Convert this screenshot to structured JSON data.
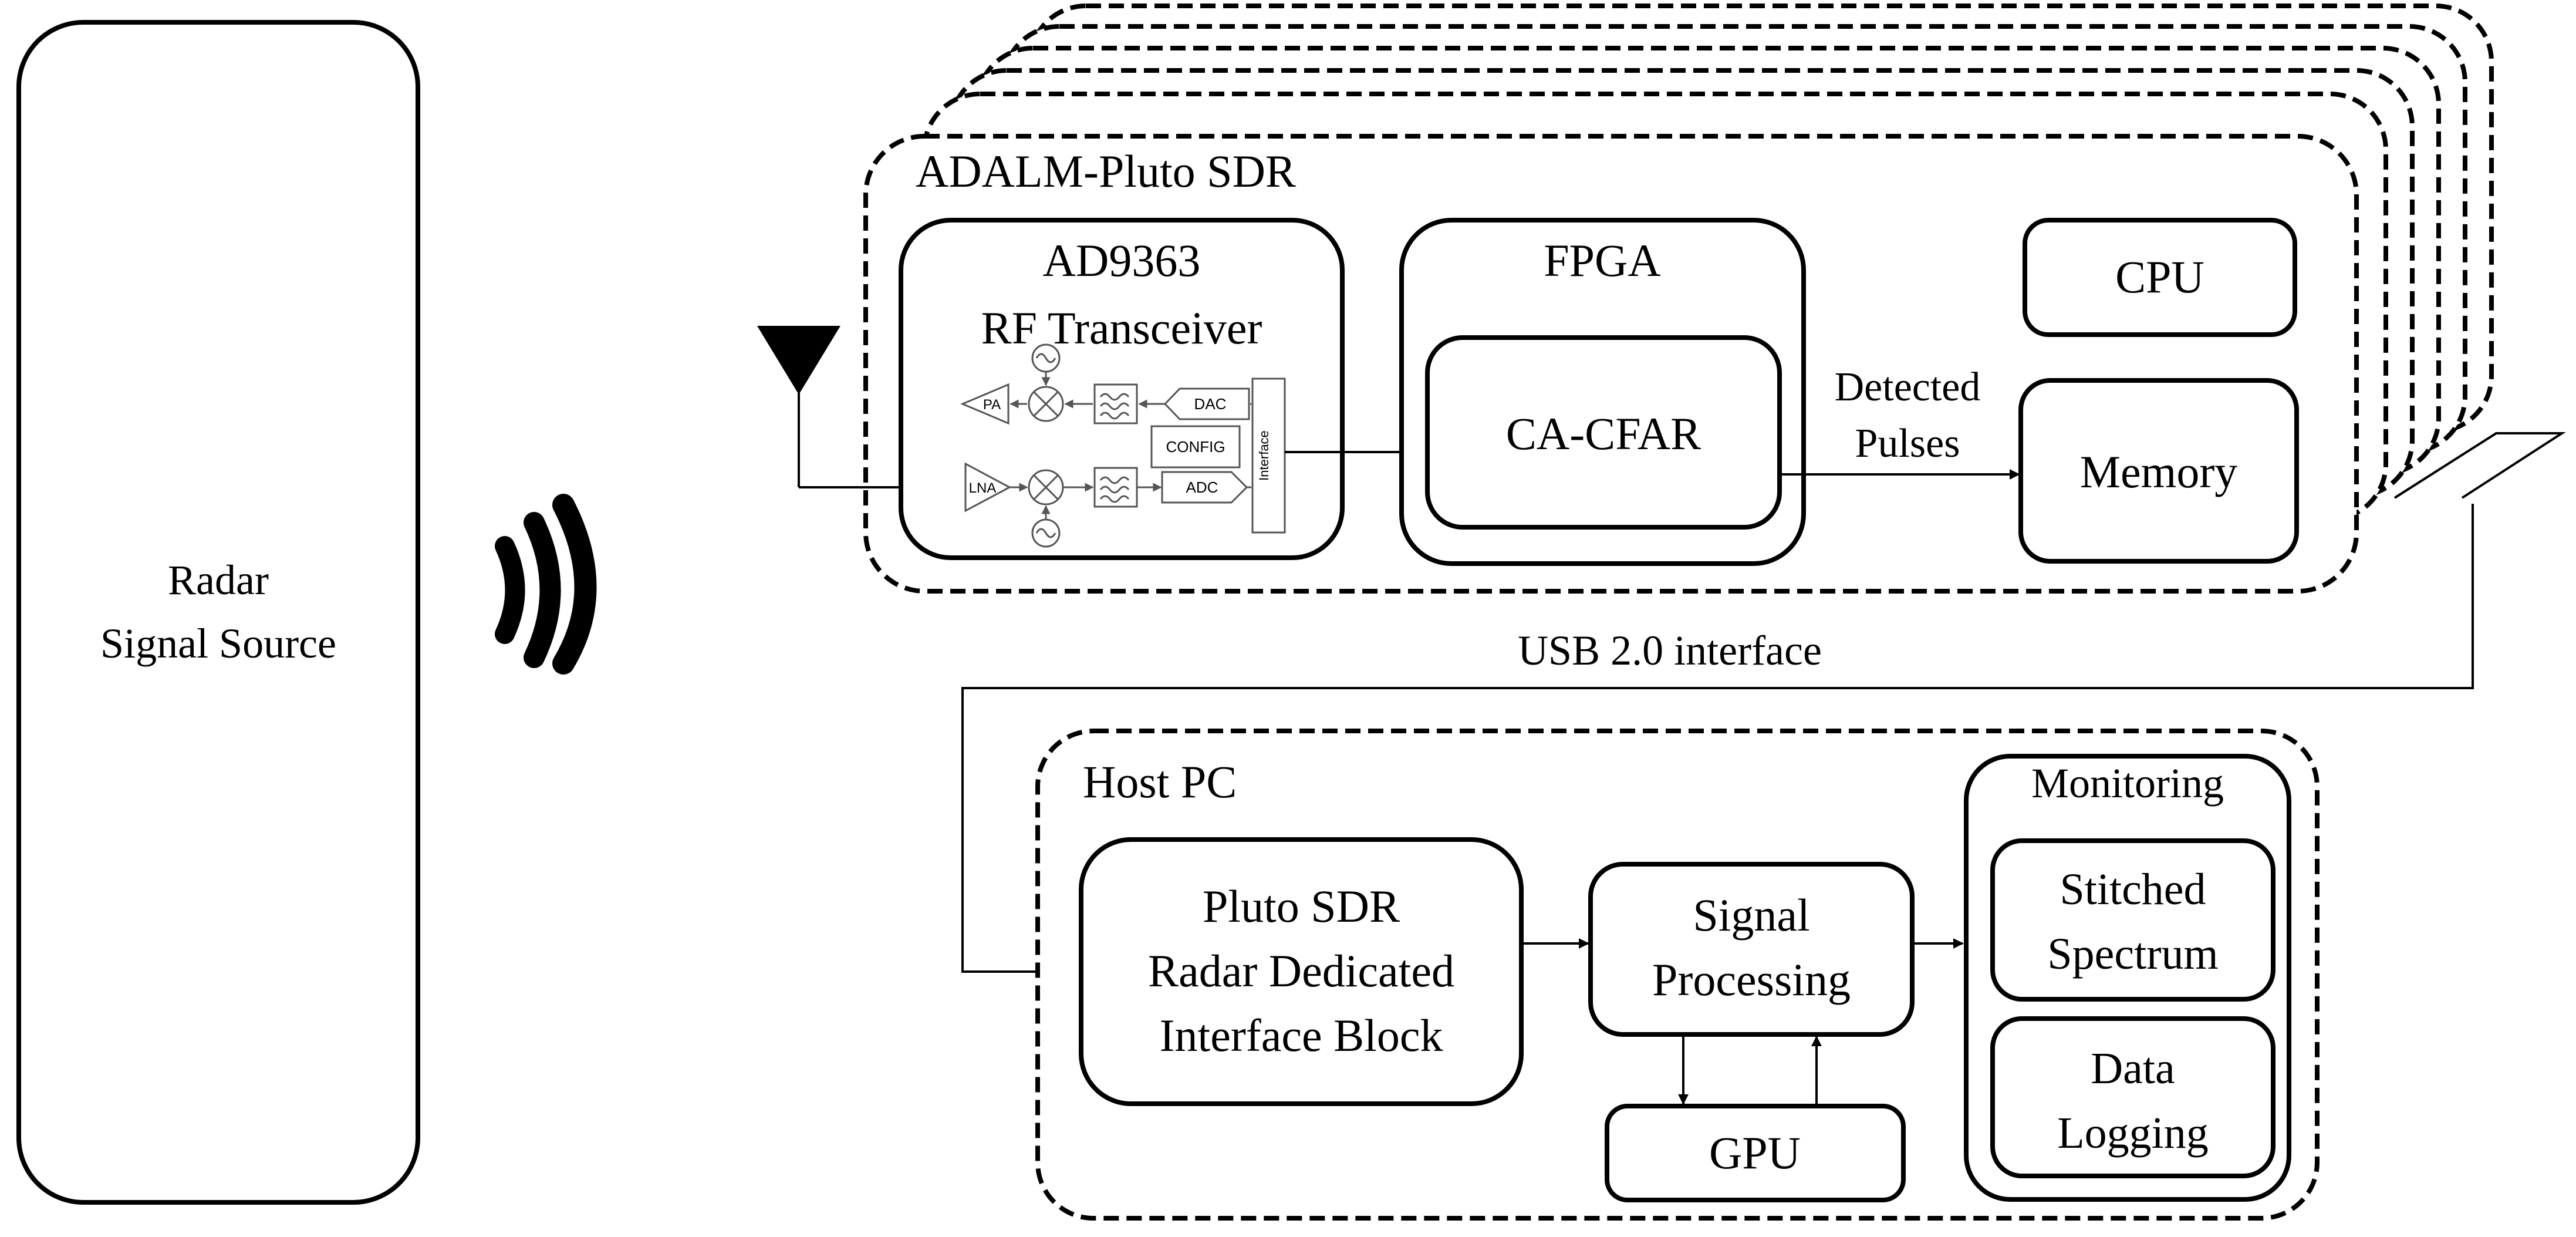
{
  "radar_source": {
    "line1": "Radar",
    "line2": "Signal Source"
  },
  "sdr": {
    "title": "ADALM-Pluto SDR",
    "transceiver": {
      "line1": "AD9363",
      "line2": "RF Transceiver",
      "pa": "PA",
      "lna": "LNA",
      "dac": "DAC",
      "adc": "ADC",
      "config": "CONFIG",
      "interface": "Interface"
    },
    "fpga": {
      "title": "FPGA",
      "cfar": "CA-CFAR"
    },
    "detected": {
      "line1": "Detected",
      "line2": "Pulses"
    },
    "cpu": "CPU",
    "memory": "Memory"
  },
  "usb_label": "USB 2.0 interface",
  "host": {
    "title": "Host PC",
    "interface_block": {
      "line1": "Pluto SDR",
      "line2": "Radar Dedicated",
      "line3": "Interface Block"
    },
    "signal_processing": {
      "line1": "Signal",
      "line2": "Processing"
    },
    "gpu": "GPU",
    "monitoring": {
      "title": "Monitoring",
      "stitched": {
        "line1": "Stitched",
        "line2": "Spectrum"
      },
      "logging": {
        "line1": "Data",
        "line2": "Logging"
      }
    }
  },
  "colors": {
    "stroke": "#000000",
    "background": "#ffffff",
    "chip_stroke": "#555555"
  }
}
